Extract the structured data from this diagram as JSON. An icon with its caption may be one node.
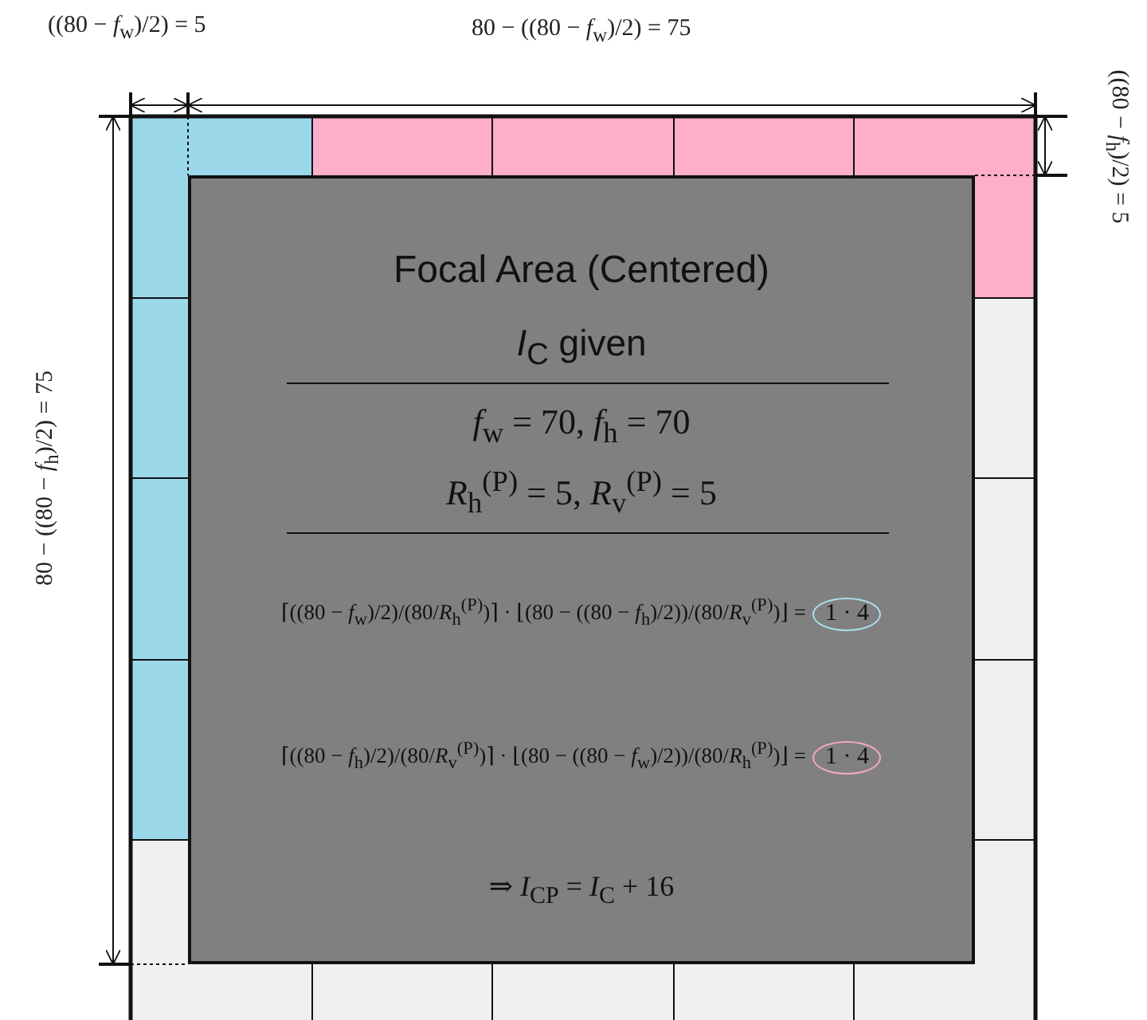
{
  "diagram": {
    "nodes": [
      {
        "text": [
          "Focal Area (Centered)",
          "*I*$_{C}$ given",
          "*f*$_{w}$ = 70,  *f*$_{h}$ = 70",
          "*R*$_{h}$$^{(P)}$ = 5,  *R*$_{v}$$^{(P)}$ = 5",
          "⌈((80 − *f*$_{w}$)/2)/(80/*R*$_{h}$$^{(P)}$)⌉ · ⌊(80 − ((80 − *f*$_{h}$)/2))/(80/*R*$_{v}$$^{(P)}$)⌋ =",
          "⌈((80 − *f*$_{h}$)/2)/(80/*R*$_{v}$$^{(P)}$)⌉ · ⌊(80 − ((80 − *f*$_{w}$)/2))/(80/*R*$_{h}$$^{(P)}$)⌋ =",
          "⇒ *I*$_{C}$$_{P}$ = *I*$_{C}$ + 16"
        ]
      },
      {
        "text": [
          "1 · 4"
        ],
        "in": 0
      },
      {
        "text": [
          "1 · 4"
        ],
        "in": 0
      }
    ],
    "labels": [
      "((80 − *f*$_{w}$)/2) = 5",
      "80 − ((80 − *f*$_{w}$)/2) = 75",
      "((80 − *f*$_{h}$)/2) = 5",
      "80 − ((80 − *f*$_{h}$)/2) = 75"
    ]
  }
}
